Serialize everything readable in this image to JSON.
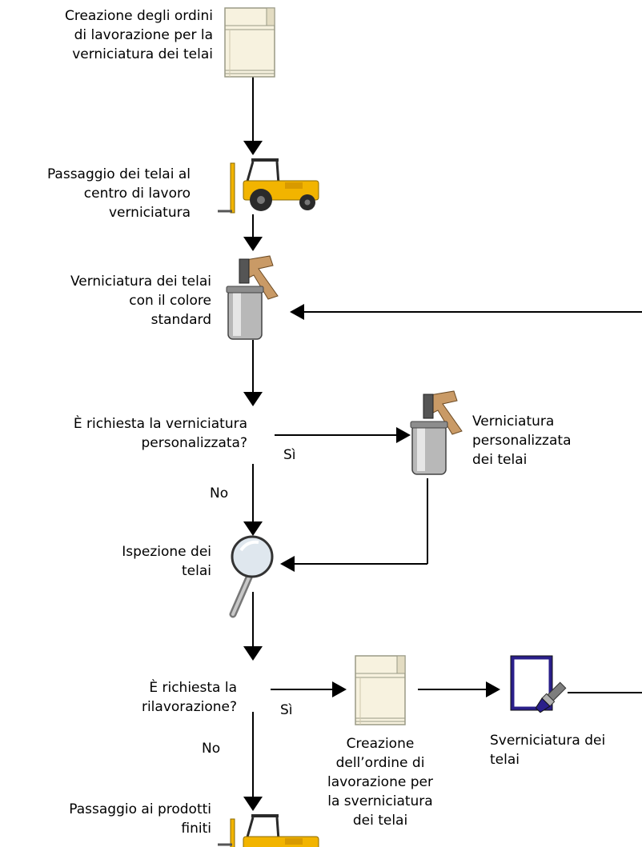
{
  "colors": {
    "line": "#000000",
    "document_fill": "#f7f2df",
    "document_stroke": "#9a9a86",
    "forklift_body": "#f2b400",
    "forklift_dark": "#2a2a2a",
    "spray_cup": "#b8b8b8",
    "spray_gun": "#c99a66",
    "lens": "#dfe7ee",
    "frame": "#2a1f8a"
  },
  "labels": {
    "step1": "Creazione degli ordini\ndi lavorazione per la\nverniciatura dei telai",
    "step2": "Passaggio dei telai al\ncentro di lavoro\nverniciatura",
    "step3": "Verniciatura dei telai\ncon il colore\nstandard",
    "decision1": "È richiesta la verniciatura\npersonalizzata?",
    "decision1_yes": "Sì",
    "decision1_no": "No",
    "custom_paint": "Verniciatura\npersonalizzata\ndei telai",
    "inspection": "Ispezione dei\ntelai",
    "decision2": "È richiesta la\nrilavorazione?",
    "decision2_yes": "Sì",
    "decision2_no": "No",
    "strip_order": "Creazione\ndell’ordine di\nlavorazione per\nla sverniciatura\ndei telai",
    "stripping": "Sverniciatura dei\ntelai",
    "finished": "Passaggio ai prodotti\nfiniti"
  },
  "icons": {
    "doc1": "work-order-document-icon",
    "forklift1": "forklift-icon",
    "spray1": "spray-gun-icon",
    "spray2": "spray-gun-icon",
    "magnifier": "magnifying-glass-icon",
    "doc2": "work-order-document-icon",
    "stripping": "paint-brush-frame-icon",
    "forklift2": "forklift-icon"
  }
}
